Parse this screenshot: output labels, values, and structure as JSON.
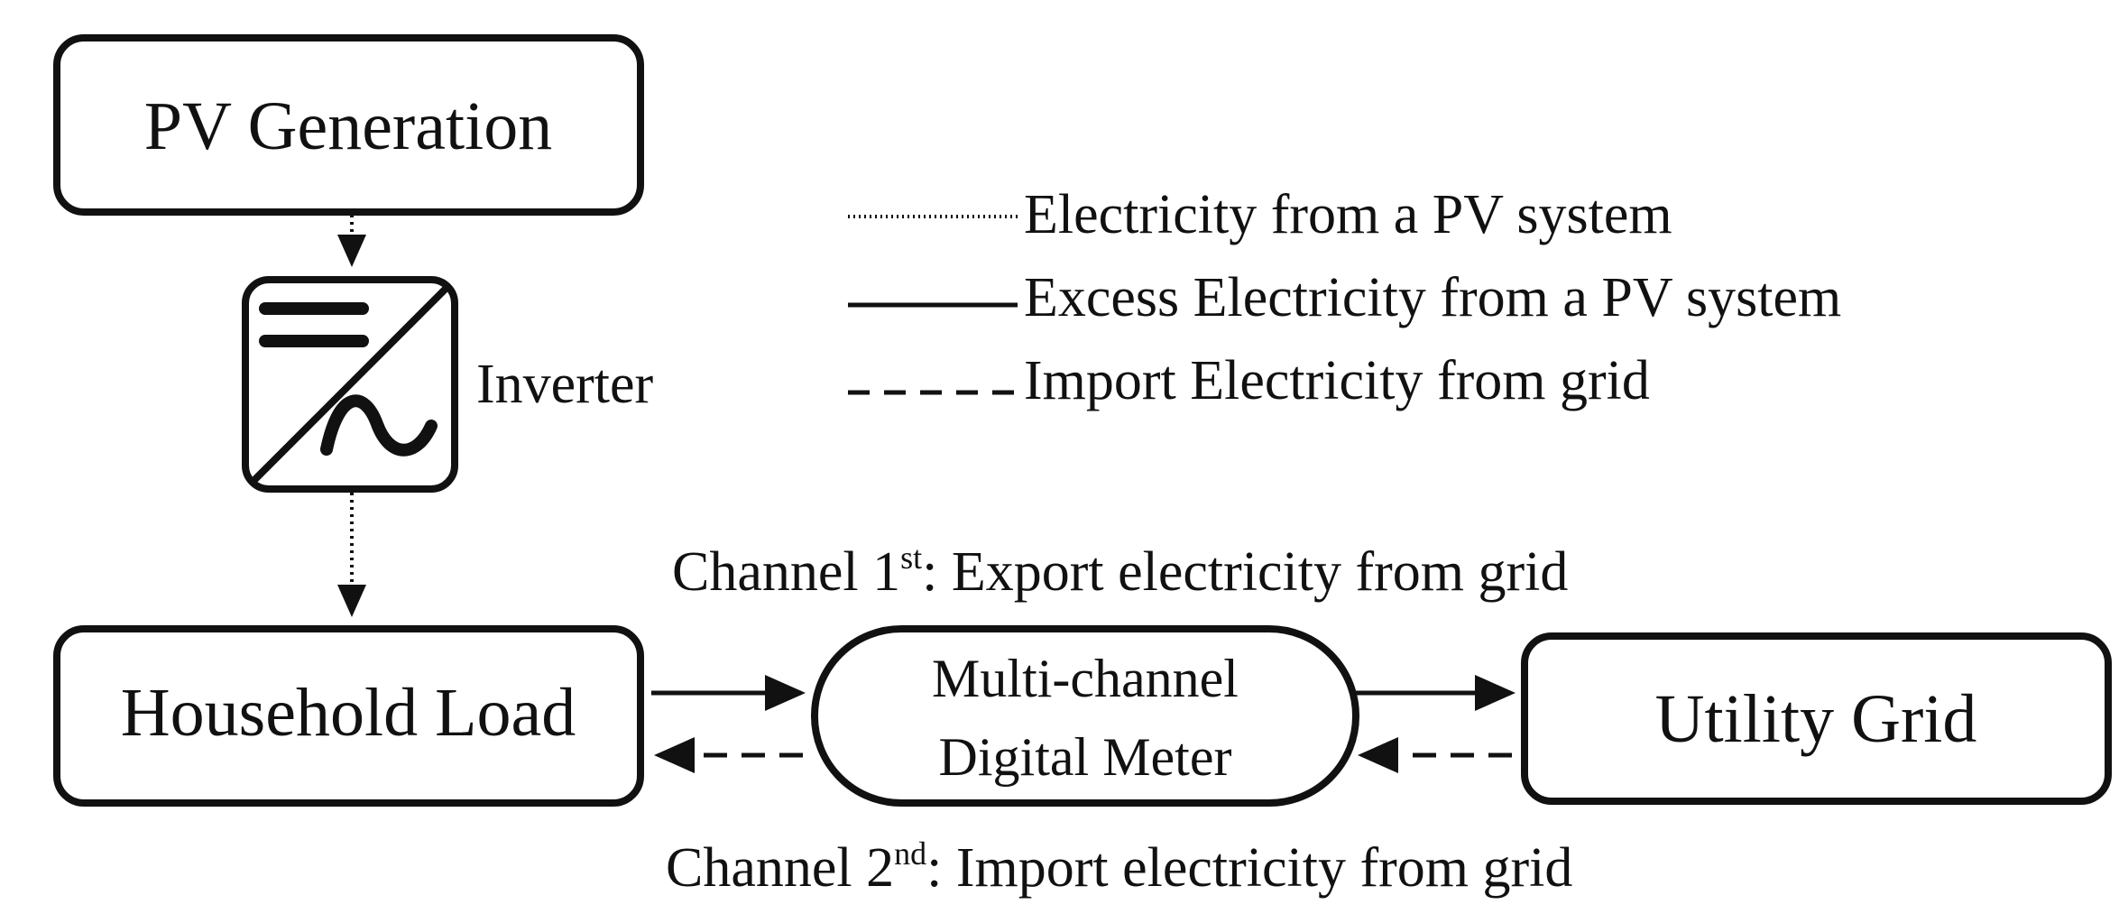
{
  "nodes": {
    "pv": "PV Generation",
    "inverter": "Inverter",
    "household": "Household Load",
    "meter_line1": "Multi-channel",
    "meter_line2": "Digital Meter",
    "grid": "Utility Grid"
  },
  "legend": {
    "dotted": "Electricity from a PV system",
    "solid": "Excess Electricity from a PV system",
    "dashed": "Import Electricity from grid"
  },
  "channels": {
    "ch1_prefix": "Channel 1",
    "ch1_sup": "st",
    "ch1_suffix": ": Export electricity from grid",
    "ch2_prefix": "Channel 2",
    "ch2_sup": "nd",
    "ch2_suffix": ": Import electricity from grid"
  },
  "colors": {
    "stroke": "#111111",
    "background": "#ffffff"
  },
  "icons": {
    "inverter": "dc-ac-inverter-icon"
  }
}
